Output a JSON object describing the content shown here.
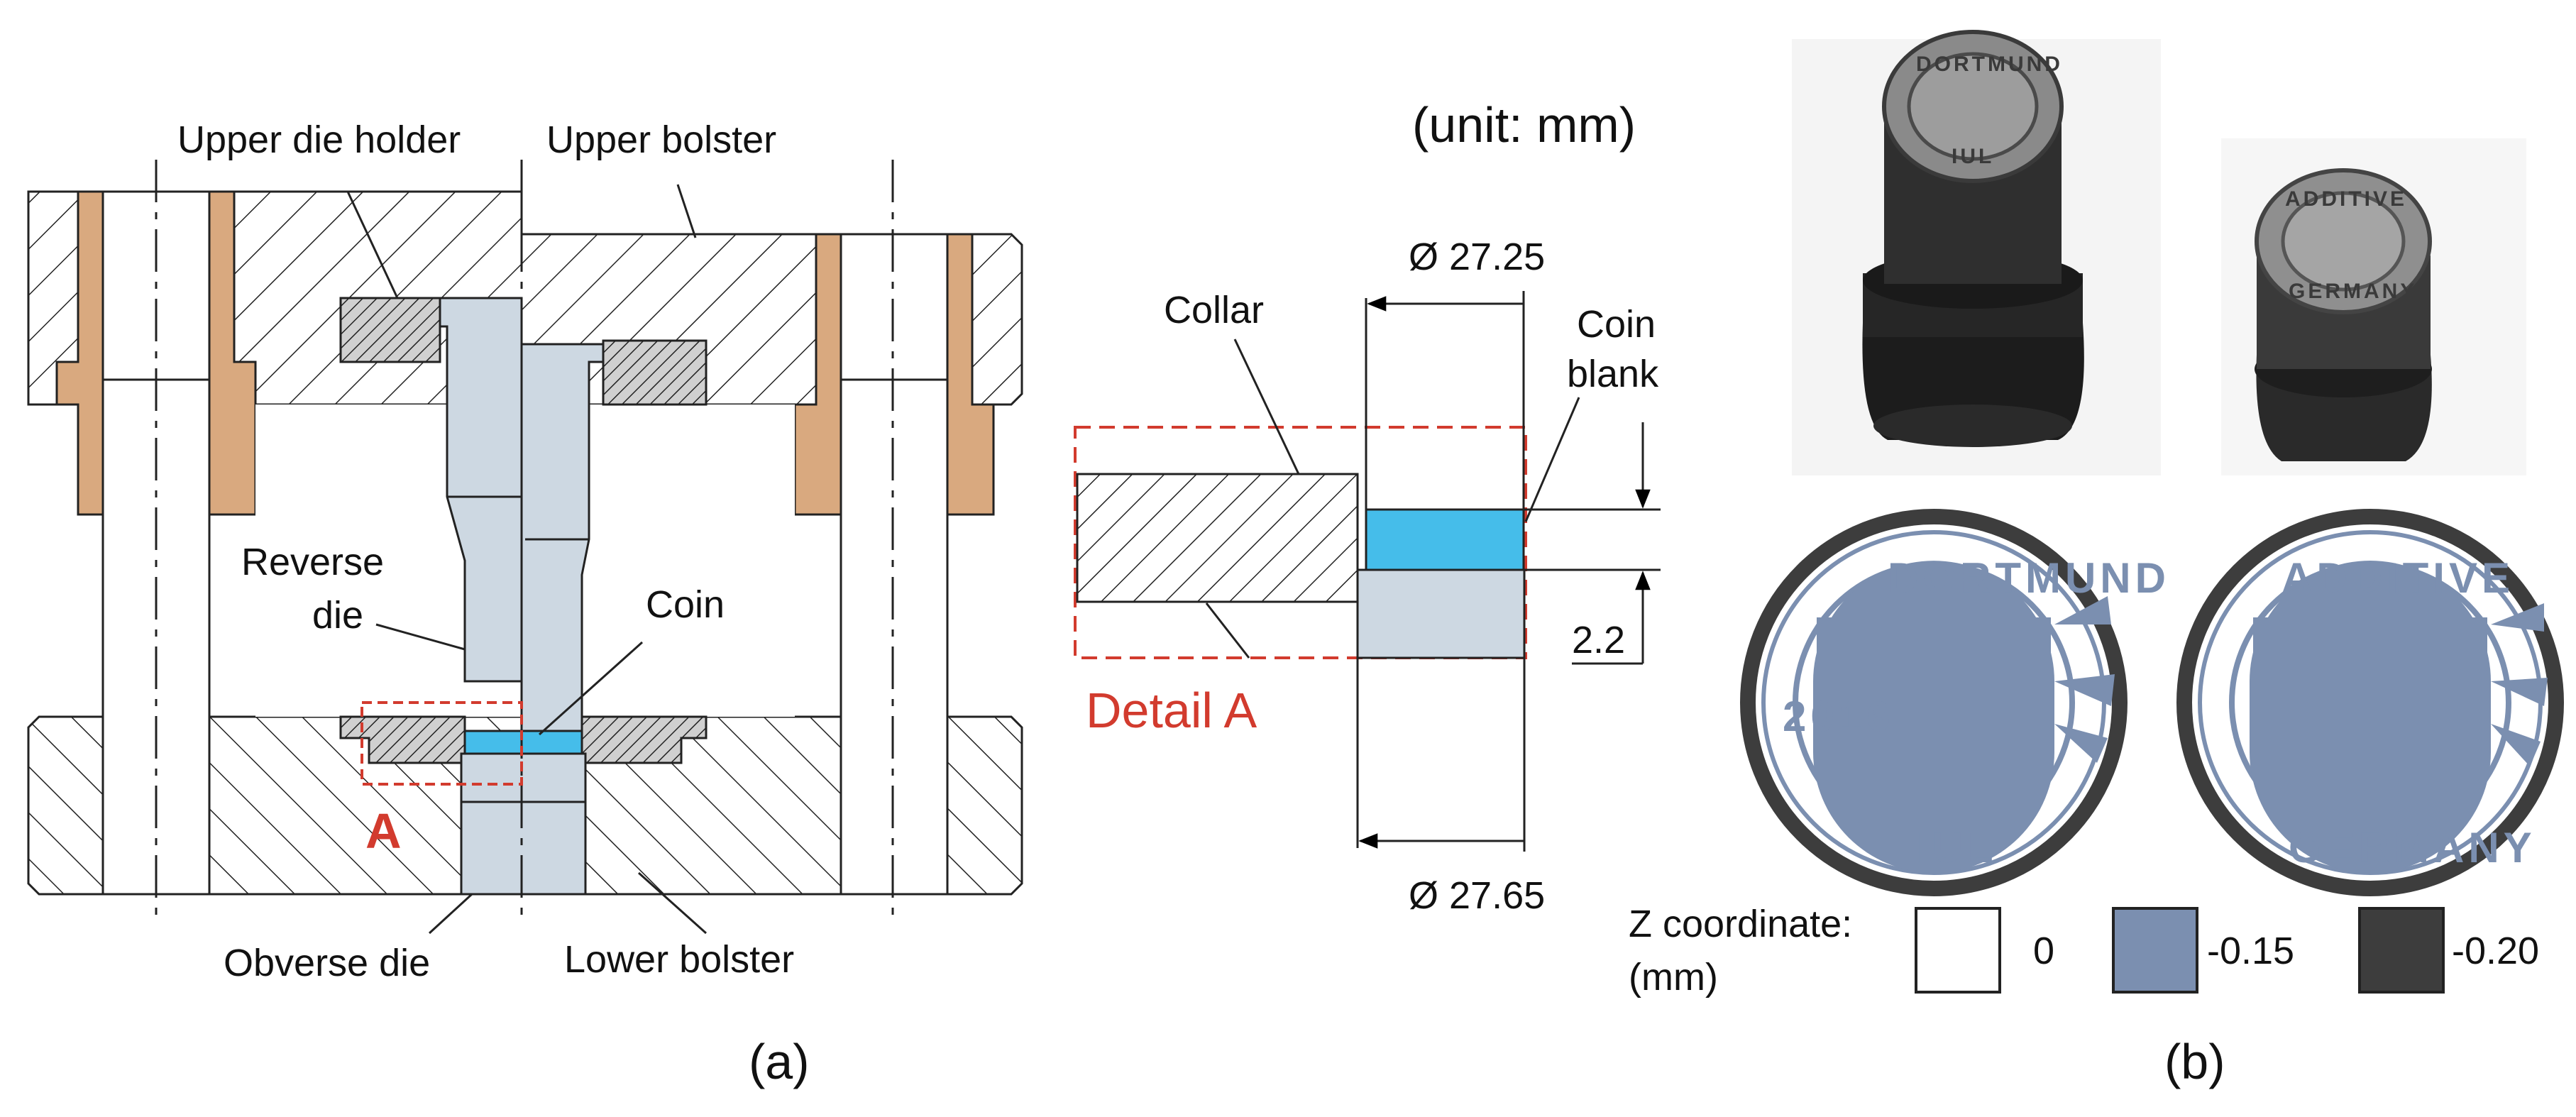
{
  "panel_a": {
    "caption": "(a)",
    "labels": {
      "upper_die_holder": "Upper die holder",
      "upper_bolster": "Upper bolster",
      "reverse_die_1": "Reverse",
      "reverse_die_2": "die",
      "coin": "Coin",
      "obverse_die": "Obverse die",
      "lower_bolster": "Lower bolster",
      "detail_marker": "A"
    }
  },
  "detail_a": {
    "unit": "(unit: mm)",
    "collar": "Collar",
    "coin_blank_1": "Coin",
    "coin_blank_2": "blank",
    "dim_top": "Ø 27.25",
    "dim_bottom": "Ø 27.65",
    "dim_height": "2.2",
    "title": "Detail A"
  },
  "panel_b": {
    "caption": "(b)",
    "die_left_text_top": "DORTMUND",
    "die_left_text_side": "2016",
    "die_left_text_bottom": "IUL",
    "die_right_text_top": "ADDITIVE",
    "die_right_text_bottom": "GERMANY",
    "legend": {
      "title_line1": "Z coordinate:",
      "title_line2": "(mm)",
      "items": [
        {
          "label": "0",
          "color": "#ffffff"
        },
        {
          "label": "-0.15",
          "color": "#7b8fb0"
        },
        {
          "label": "-0.20",
          "color": "#3d3d3d"
        }
      ]
    }
  },
  "colors": {
    "brass": "#d9a97f",
    "die_steel": "#cdd8e2",
    "coin_blue": "#45bdea",
    "detail_red": "#d23b2e",
    "relief_blue": "#7b8fb0",
    "rim_dark": "#3d3d3d"
  }
}
